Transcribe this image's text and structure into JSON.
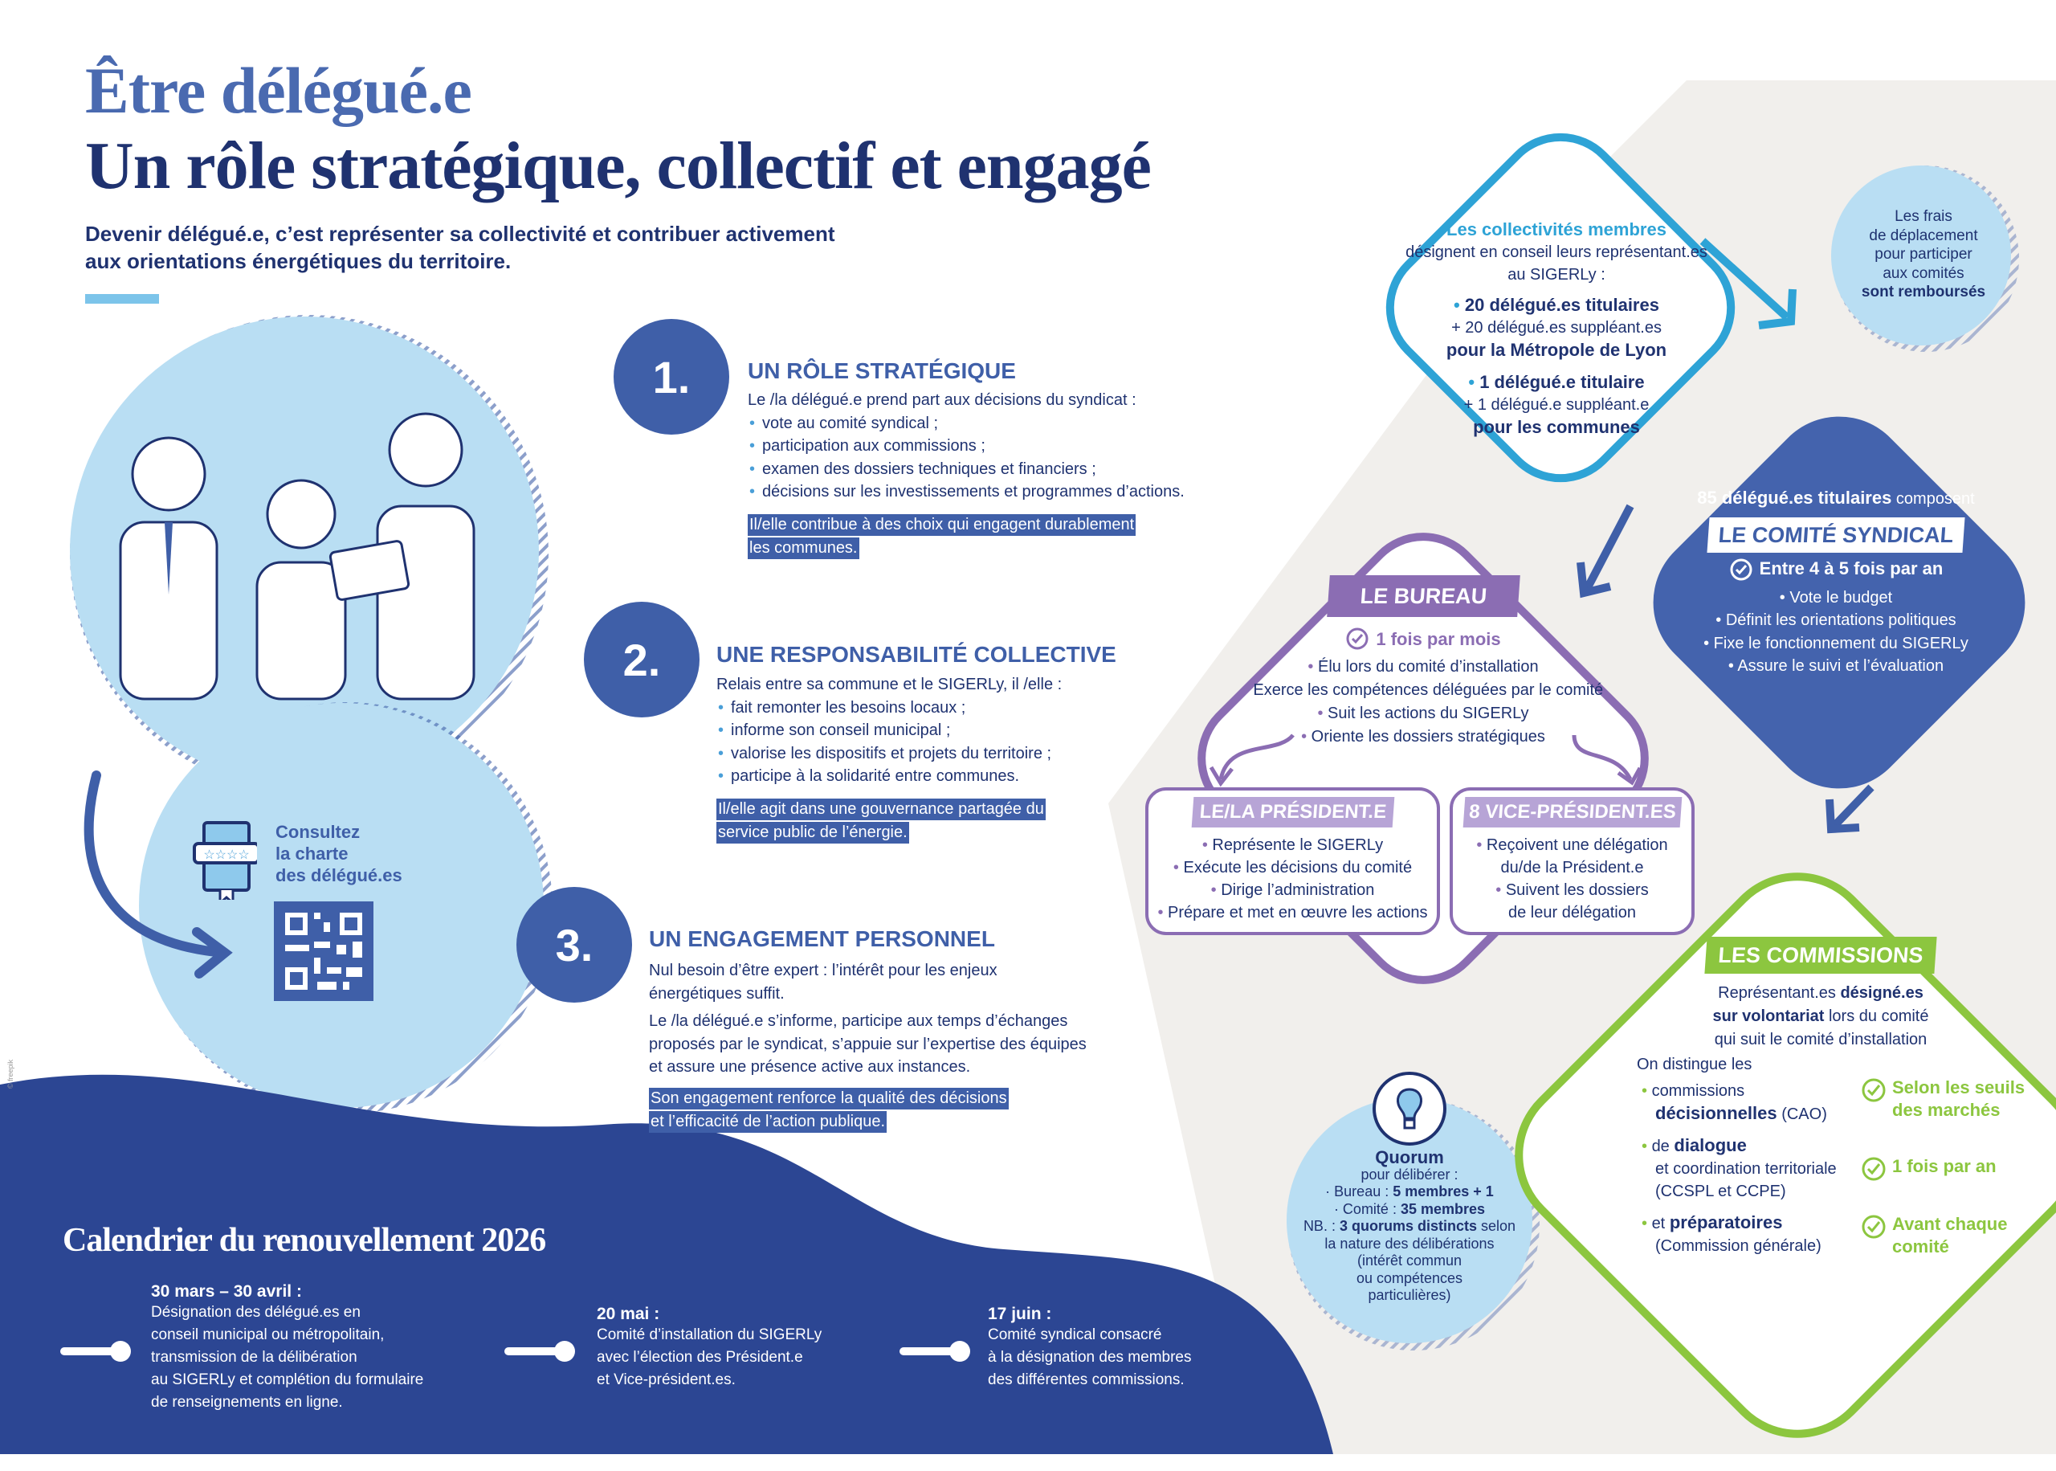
{
  "header": {
    "title1": "Être délégué.e",
    "title2": "Un rôle stratégique, collectif et engagé",
    "subtitle_l1": "Devenir délégué.e, c’est représenter sa collectivité et contribuer activement",
    "subtitle_l2": "aux orientations énergétiques du territoire."
  },
  "credit": "© freepik",
  "charter": {
    "l1": "Consultez",
    "l2": "la charte",
    "l3": "des délégué.es"
  },
  "sections": [
    {
      "number": "1.",
      "heading": "UN RÔLE STRATÉGIQUE",
      "intro": "Le /la délégué.e prend part aux décisions du syndicat :",
      "bullets": [
        "vote au comité syndical ;",
        "participation aux commissions ;",
        "examen des dossiers techniques et financiers ;",
        "décisions sur les investissements et programmes d’actions."
      ],
      "highlight": [
        "Il/elle contribue à des choix qui engagent durablement",
        "les communes."
      ]
    },
    {
      "number": "2.",
      "heading": "UNE RESPONSABILITÉ COLLECTIVE",
      "intro": "Relais entre sa commune et le SIGERLy, il /elle :",
      "bullets": [
        "fait remonter les besoins locaux ;",
        "informe son conseil municipal ;",
        "valorise les dispositifs et projets du territoire ;",
        "participe à la solidarité entre communes."
      ],
      "highlight": [
        "Il/elle agit dans une gouvernance partagée du",
        "service public de l’énergie."
      ]
    },
    {
      "number": "3.",
      "heading": "UN ENGAGEMENT PERSONNEL",
      "p1": [
        "Nul besoin d’être expert : l’intérêt pour les enjeux",
        "énergétiques suffit."
      ],
      "p2": [
        "Le /la délégué.e s’informe, participe aux temps d’échanges",
        "proposés par le syndicat, s’appuie sur l’expertise des équipes",
        "et assure une présence active aux instances."
      ],
      "highlight": [
        "Son engagement renforce la qualité des décisions",
        "et l’efficacité de l’action publique."
      ]
    }
  ],
  "calendar": {
    "title": "Calendrier du renouvellement 2026",
    "items": [
      {
        "date": "30 mars – 30 avril :",
        "lines": [
          "Désignation des délégué.es en",
          "conseil municipal ou métropolitain,",
          "transmission de la délibération",
          "au SIGERLy et complétion du formulaire",
          "de renseignements en ligne."
        ]
      },
      {
        "date": "20 mai :",
        "lines": [
          "Comité d’installation du SIGERLy",
          "avec l’élection des Président.e",
          "et Vice-président.es."
        ]
      },
      {
        "date": "17 juin :",
        "lines": [
          "Comité syndical consacré",
          "à la désignation des membres",
          "des différentes commissions."
        ]
      }
    ]
  },
  "collectivites": {
    "title": "Les collectivités membres",
    "l1": "désignent en conseil leurs représentant.es",
    "l2": "au SIGERLy :",
    "g1": [
      "20 délégué.es titulaires",
      "+ 20 délégué.es suppléant.es",
      "pour la Métropole de Lyon"
    ],
    "g2": [
      "1 délégué.e titulaire",
      "+ 1 délégué.e suppléant.e",
      "pour les communes"
    ]
  },
  "frais": [
    "Les frais",
    "de déplacement",
    "pour participer",
    "aux comités",
    "sont remboursés"
  ],
  "comite": {
    "intro_bold": "85 délégué.es titulaires",
    "intro_rest": "composent",
    "label": "LE COMITÉ SYNDICAL",
    "freq": "Entre 4 à 5 fois par an",
    "bullets": [
      "Vote le budget",
      "Définit les orientations politiques",
      "Fixe le fonctionnement du SIGERLy",
      "Assure le suivi et l’évaluation"
    ]
  },
  "bureau": {
    "label": "LE BUREAU",
    "freq": "1 fois par mois",
    "bullets": [
      "Élu lors du comité d’installation",
      "Exerce les compétences déléguées par le comité",
      "Suit les actions du SIGERLy",
      "Oriente les dossiers stratégiques"
    ]
  },
  "president": {
    "label": "LE/LA PRÉSIDENT.E",
    "bullets": [
      "Représente le SIGERLy",
      "Exécute les décisions du comité",
      "Dirige l’administration",
      "Prépare et met en œuvre les actions"
    ]
  },
  "vp": {
    "label": "8 VICE-PRÉSIDENT.ES",
    "lines": [
      "Reçoivent une délégation",
      "du/de la Président.e",
      "Suivent les dossiers",
      "de leur délégation"
    ]
  },
  "commissions": {
    "label": "LES COMMISSIONS",
    "intro": {
      "a": "Représentant.es",
      "b": "désigné.es",
      "c": "sur volontariat",
      "d": "lors du comité",
      "e": "qui suit le comité d’installation"
    },
    "distinguish": "On distingue les",
    "items": [
      {
        "pre": "commissions",
        "bold": "décisionnelles",
        "post": "(CAO)",
        "freq": [
          "Selon les seuils",
          "des marchés"
        ]
      },
      {
        "pre": "de",
        "bold": "dialogue",
        "post": "et coordination territoriale",
        "post2": "(CCSPL et CCPE)",
        "freq": [
          "1 fois par an"
        ]
      },
      {
        "pre": "et",
        "bold": "préparatoires",
        "post": "(Commission générale)",
        "freq": [
          "Avant chaque",
          "comité"
        ]
      }
    ]
  },
  "quorum": {
    "title": "Quorum",
    "sub": "pour délibérer :",
    "bureau_l": "· Bureau :",
    "bureau_v": "5 membres + 1",
    "comite_l": "· Comité :",
    "comite_v": "35 membres",
    "nb_l": "NB. :",
    "nb_b": "3 quorums distincts",
    "nb_r": "selon",
    "lines": [
      "la nature des délibérations",
      "(intérêt commun",
      "ou compétences",
      "particulières)"
    ]
  },
  "colors": {
    "navy": "#1f3270",
    "blue": "#3f5fa8",
    "cyan": "#2ea3d6",
    "light": "#b9def3",
    "purple": "#8b6db3",
    "green": "#8cc63f"
  }
}
